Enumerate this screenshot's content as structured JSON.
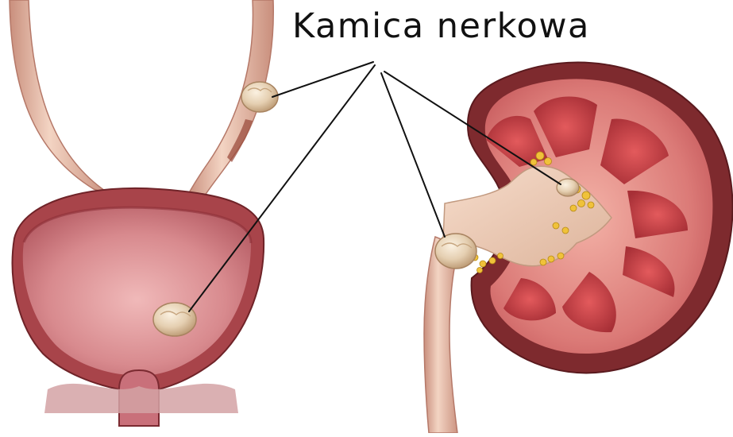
{
  "title": "Kamica nerkowa",
  "colors": {
    "bladder_outer": "#a8444a",
    "bladder_inner": "#d88a8e",
    "kidney_capsule": "#7e2a2e",
    "kidney_cortex": "#d86f73",
    "kidney_pyramid": "#b83a3f",
    "pelvis": "#e8c4ad",
    "stone": "#e7d3b8",
    "fat": "#f0c23a",
    "ureter": "#e5bda8"
  },
  "icons": [
    "bladder-illustration",
    "kidney-illustration",
    "ureter-illustration",
    "kidney-stone-icon"
  ]
}
